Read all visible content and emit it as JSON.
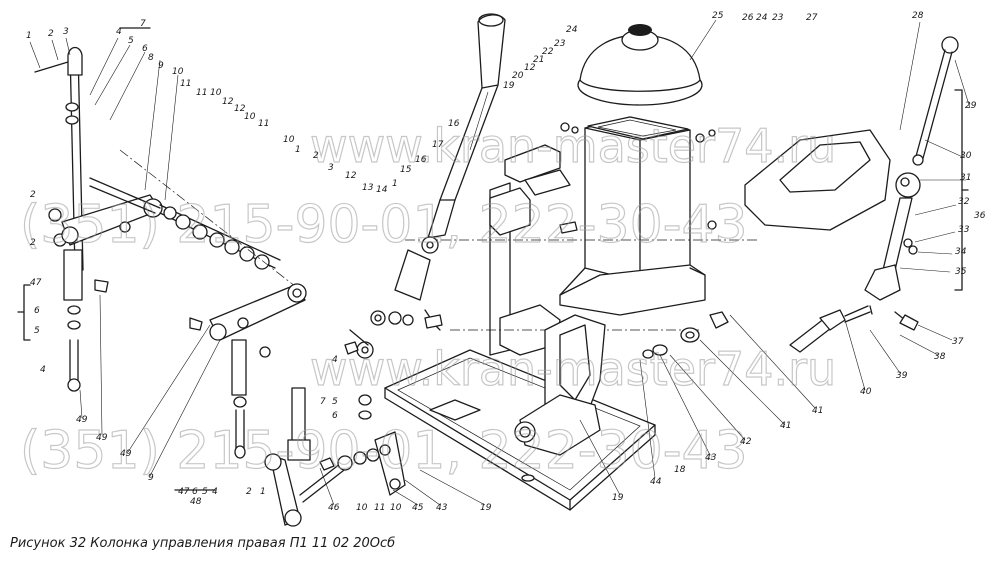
{
  "caption": "Рисунок 32 Колонка управления правая П1 11 02 20Осб",
  "watermark": {
    "site": "www.kran-master74.ru",
    "phone": "(351) 215-90-01, 222-30-43"
  },
  "callouts": [
    "1",
    "2",
    "3",
    "4",
    "5",
    "6",
    "7",
    "8",
    "9",
    "10",
    "11",
    "12",
    "13",
    "14",
    "15",
    "16",
    "17",
    "18",
    "19",
    "20",
    "21",
    "22",
    "23",
    "24",
    "25",
    "26",
    "27",
    "28",
    "29",
    "30",
    "31",
    "32",
    "33",
    "34",
    "35",
    "36",
    "37",
    "38",
    "39",
    "40",
    "41",
    "42",
    "43",
    "44",
    "45",
    "46",
    "47",
    "48",
    "49"
  ]
}
